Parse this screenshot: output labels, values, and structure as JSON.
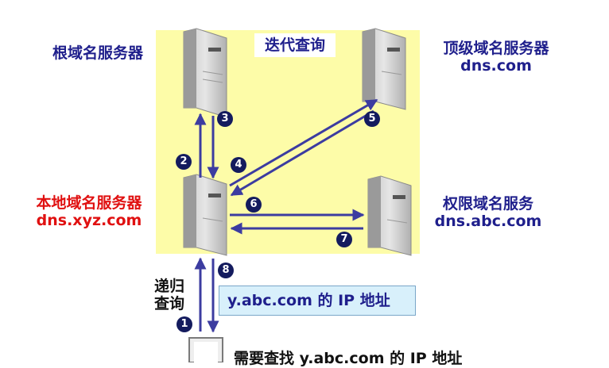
{
  "panel_title": "迭代查询",
  "servers": {
    "root": {
      "name": "根域名服务器"
    },
    "tld": {
      "name": "顶级域名服务器",
      "domain": "dns.com"
    },
    "local": {
      "name": "本地域名服务器",
      "domain": "dns.xyz.com"
    },
    "auth": {
      "name": "权限域名服务",
      "domain": "dns.abc.com"
    }
  },
  "recursive_label": {
    "line1": "递归",
    "line2": "查询"
  },
  "ip_box": "y.abc.com 的 IP 地址",
  "host_text": "需要查找 y.abc.com 的 IP 地址",
  "steps": [
    "1",
    "2",
    "3",
    "4",
    "5",
    "6",
    "7",
    "8"
  ],
  "colors": {
    "arrow": "#3c3ca0",
    "panel": "#fdfca8",
    "badge": "#141b5e",
    "label": "#1f1f8c",
    "local_label": "#e01010"
  }
}
